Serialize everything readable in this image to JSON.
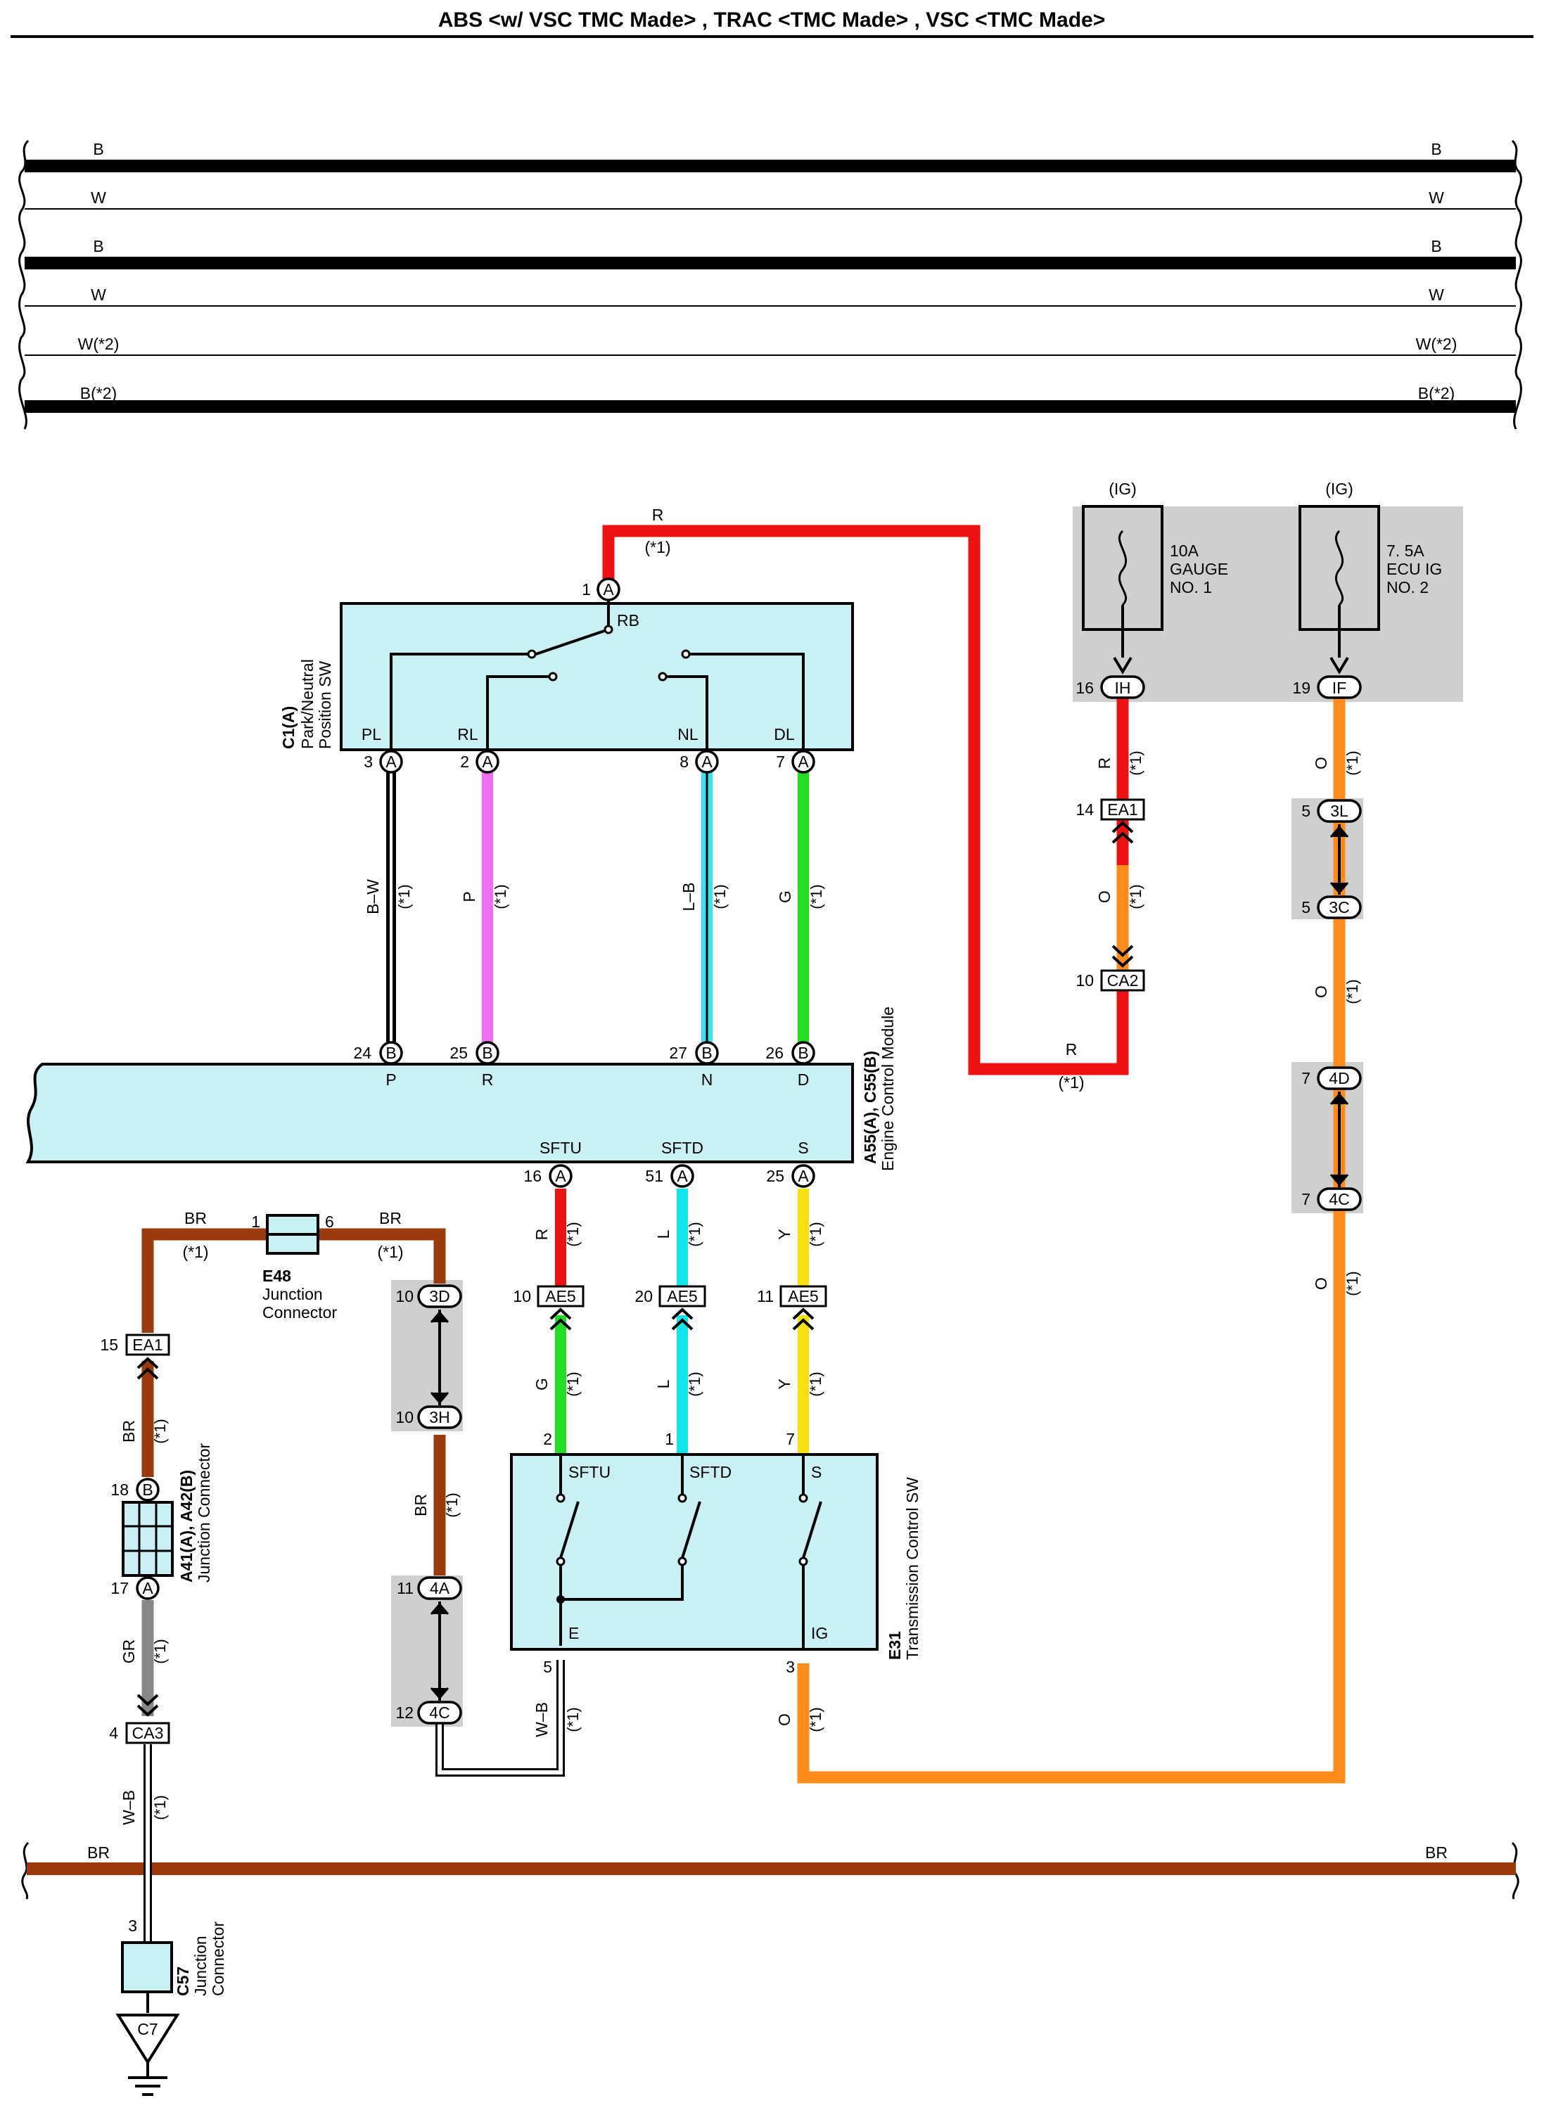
{
  "title": "ABS <w/ VSC TMC Made> , TRAC <TMC Made> , VSC <TMC Made>",
  "note1": "(*1)",
  "bus_labels": [
    "B",
    "W",
    "B",
    "W",
    "W(*2)",
    "B(*2)"
  ],
  "bottom_bus_label": "BR",
  "fuses": [
    {
      "source": "(IG)",
      "line1": "10A",
      "line2": "GAUGE",
      "line3": "NO. 1",
      "pin": "16",
      "code": "IH"
    },
    {
      "source": "(IG)",
      "line1": "7. 5A",
      "line2": "ECU IG",
      "line3": "NO. 2",
      "pin": "19",
      "code": "IF"
    }
  ],
  "park_sw": {
    "id": "C1(A)",
    "name1": "Park/Neutral",
    "name2": "Position SW",
    "rb": "RB",
    "in_pin": "1",
    "in_code": "A",
    "terms": [
      {
        "label": "PL",
        "pin": "3",
        "code": "A",
        "wire": "B–W",
        "color": "#000000"
      },
      {
        "label": "RL",
        "pin": "2",
        "code": "A",
        "wire": "P",
        "color": "#f06cf0"
      },
      {
        "label": "NL",
        "pin": "8",
        "code": "A",
        "wire": "L–B",
        "color": "#33e6f0"
      },
      {
        "label": "DL",
        "pin": "7",
        "code": "A",
        "wire": "G",
        "color": "#22dd22"
      }
    ]
  },
  "ecm": {
    "id": "A55(A), C55(B)",
    "name": "Engine Control Module",
    "top": [
      {
        "pin": "24",
        "code": "B",
        "label": "P"
      },
      {
        "pin": "25",
        "code": "B",
        "label": "R"
      },
      {
        "pin": "27",
        "code": "B",
        "label": "N"
      },
      {
        "pin": "26",
        "code": "B",
        "label": "D"
      }
    ],
    "bottom": [
      {
        "pin": "16",
        "code": "A",
        "label": "SFTU",
        "wire_up": "R",
        "color_up": "#ee1111",
        "ae_pin": "10",
        "wire_down": "G",
        "color_down": "#22dd22",
        "sw_pin": "2"
      },
      {
        "pin": "51",
        "code": "A",
        "label": "SFTD",
        "wire_up": "L",
        "color_up": "#11e6f0",
        "ae_pin": "20",
        "wire_down": "L",
        "color_down": "#11e6f0",
        "sw_pin": "1"
      },
      {
        "pin": "25",
        "code": "A",
        "label": "S",
        "wire_up": "Y",
        "color_up": "#f6e210",
        "ae_pin": "11",
        "wire_down": "Y",
        "color_down": "#f6e210",
        "sw_pin": "7"
      }
    ],
    "ae_code": "AE5"
  },
  "ig_red": {
    "wire": "R",
    "pin1": "14",
    "code1": "EA1",
    "wire_mid": "O",
    "pin2": "10",
    "code2": "CA2"
  },
  "ig_orange": {
    "wire": "O",
    "pins": [
      {
        "pin": "5",
        "code": "3L"
      },
      {
        "pin": "5",
        "code": "3C"
      },
      {
        "pin": "7",
        "code": "4D"
      },
      {
        "pin": "7",
        "code": "4C"
      }
    ]
  },
  "trans_sw": {
    "id": "E31",
    "name": "Transmission Control SW",
    "labels": [
      "SFTU",
      "SFTD",
      "S"
    ],
    "e": "E",
    "ig": "IG",
    "e_pin": "5",
    "ig_pin": "3",
    "e_wire": "W–B",
    "ig_wire": "O"
  },
  "left": {
    "br": "BR",
    "e48_id": "E48",
    "e48_name1": "Junction",
    "e48_name2": "Connector",
    "e48_pin_l": "1",
    "e48_pin_r": "6",
    "ea1_pin": "15",
    "ea1_code": "EA1",
    "jc_id": "A41(A), A42(B)",
    "jc_name": "Junction Connector",
    "jc_top_pin": "18",
    "jc_top_code": "B",
    "jc_bot_pin": "17",
    "jc_bot_code": "A",
    "gr": "GR",
    "ca3_pin": "4",
    "ca3_code": "CA3",
    "wb": "W–B",
    "c57_pin": "3",
    "c57_id": "C57",
    "c57_name1": "Junction",
    "c57_name2": "Connector",
    "ground": "C7"
  },
  "mid_pins": [
    {
      "pin": "10",
      "code": "3D"
    },
    {
      "pin": "10",
      "code": "3H"
    },
    {
      "pin": "11",
      "code": "4A"
    },
    {
      "pin": "12",
      "code": "4C"
    }
  ]
}
